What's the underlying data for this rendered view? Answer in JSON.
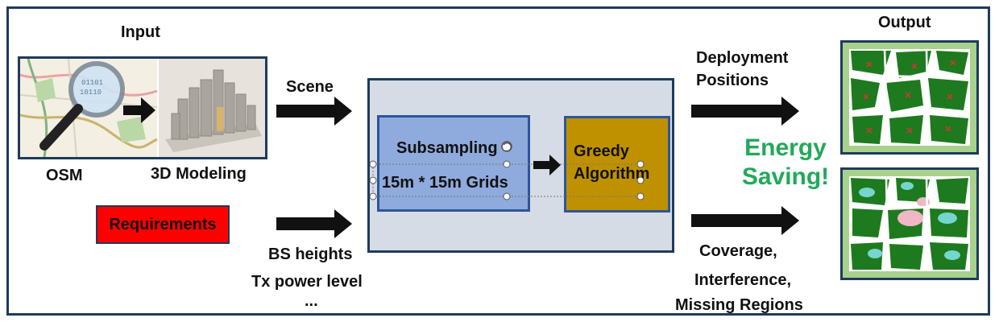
{
  "labels": {
    "input": "Input",
    "output": "Output",
    "osm": "OSM",
    "modeling": "3D Modeling",
    "scene": "Scene",
    "requirements": "Requirements",
    "bs_heights": "BS heights",
    "tx_power": "Tx power level",
    "ellipsis": "...",
    "subsampling": "Subsampling",
    "grids": "15m * 15m Grids",
    "greedy_line1": "Greedy",
    "greedy_line2": "Algorithm",
    "deployment_line1": "Deployment",
    "deployment_line2": "Positions",
    "energy_line1": "Energy",
    "energy_line2": "Saving!",
    "coverage_line1": "Coverage,",
    "coverage_line2": "Interference,",
    "coverage_line3": "Missing Regions"
  },
  "icons": {
    "osm_map": "osm-map-icon",
    "magnifier": "magnifier-icon",
    "city_model": "city-3d-model-icon",
    "output_map_1": "deployment-map-thumbnail",
    "output_map_2": "coverage-map-thumbnail"
  },
  "colors": {
    "border": "#1f3b5c",
    "requirements": "#ff0000",
    "subsampling": "#8faadc",
    "greedy": "#bf9000",
    "panel": "#d6dce6",
    "energy_text": "#22a95a",
    "map_frame": "#a9d18e",
    "map_green": "#1e7a1e"
  }
}
